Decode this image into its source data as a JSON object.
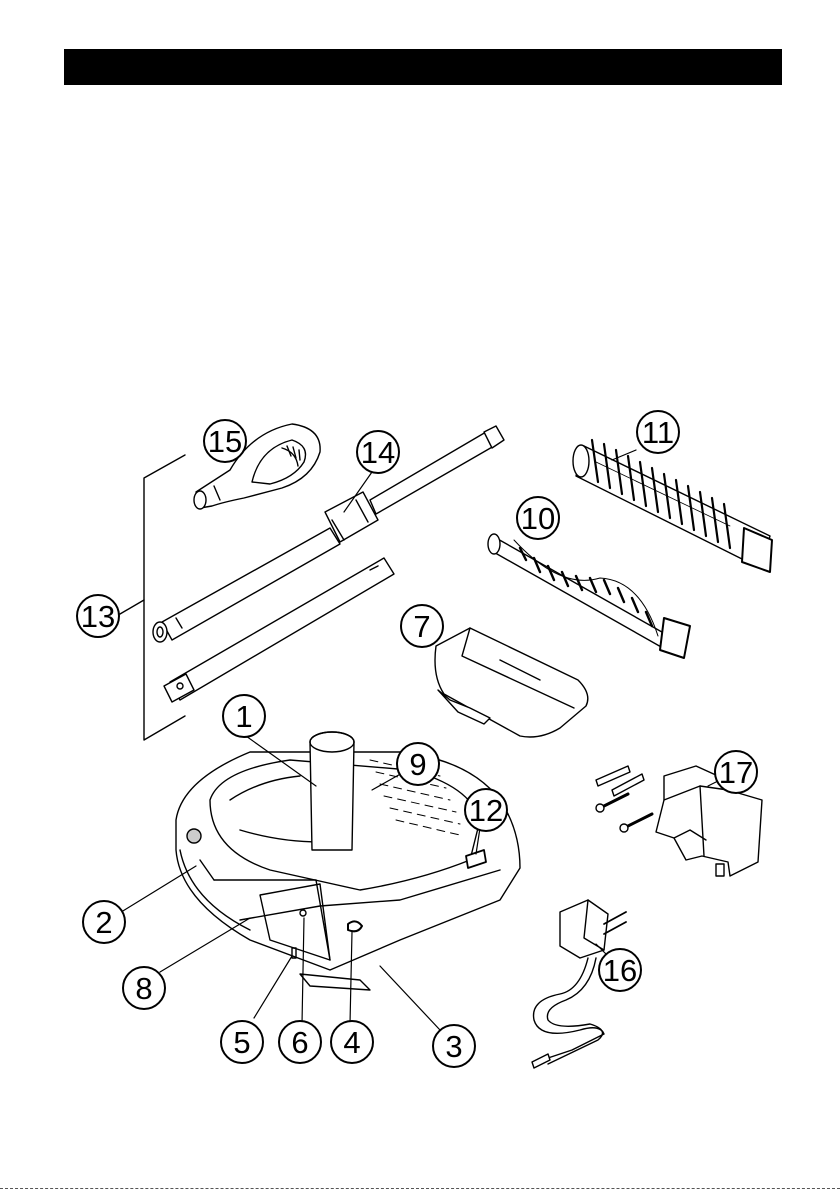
{
  "page": {
    "accent_color": "#000000"
  },
  "callouts": {
    "c1": "1",
    "c2": "2",
    "c3": "3",
    "c4": "4",
    "c5": "5",
    "c6": "6",
    "c7": "7",
    "c8": "8",
    "c9": "9",
    "c10": "10",
    "c11": "11",
    "c12": "12",
    "c13": "13",
    "c14": "14",
    "c15": "15",
    "c16": "16",
    "c17": "17"
  }
}
